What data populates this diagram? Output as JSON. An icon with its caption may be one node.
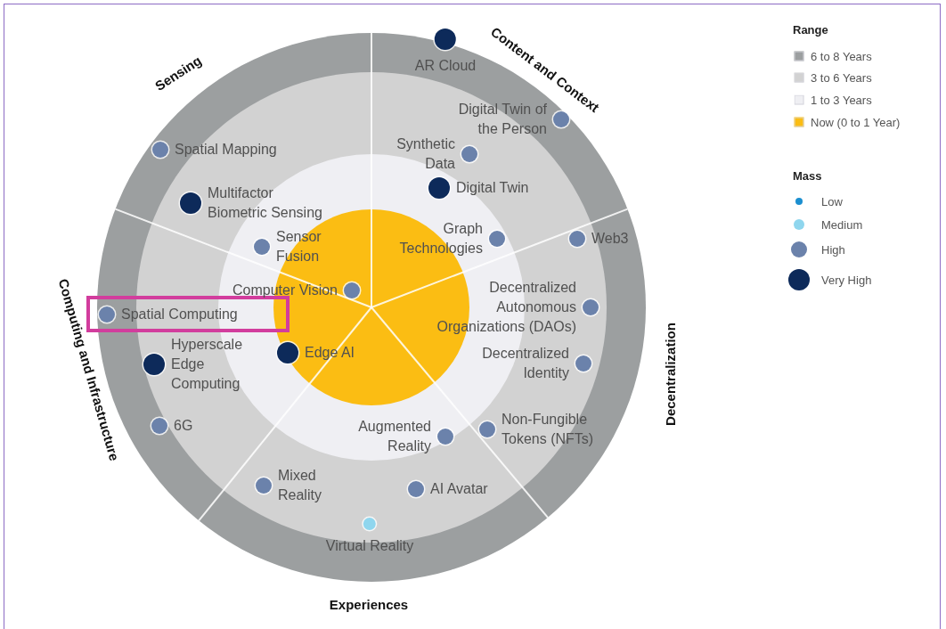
{
  "diagram": {
    "nodes": [
      {
        "text": [
          "AR Cloud"
        ]
      },
      {
        "text": [
          "Digital Twin of the Person"
        ]
      },
      {
        "text": [
          "Synthetic Data"
        ]
      },
      {
        "text": [
          "Digital Twin"
        ]
      },
      {
        "text": [
          "Graph Technologies"
        ]
      },
      {
        "text": [
          "Web3"
        ]
      },
      {
        "text": [
          "Decentralized Autonomous Organizations (DAOs)"
        ]
      },
      {
        "text": [
          "Decentralized Identity"
        ]
      },
      {
        "text": [
          "Non-Fungible Tokens (NFTs)"
        ]
      },
      {
        "text": [
          "Augmented Reality"
        ]
      },
      {
        "text": [
          "AI Avatar"
        ]
      },
      {
        "text": [
          "Virtual Reality"
        ]
      },
      {
        "text": [
          "Mixed Reality"
        ]
      },
      {
        "text": [
          "6G"
        ]
      },
      {
        "text": [
          "Hyperscale Edge Computing"
        ]
      },
      {
        "text": [
          "Edge AI"
        ]
      },
      {
        "text": [],
        "shape": "box"
      },
      {
        "text": [
          "Spatial Computing"
        ],
        "in": 16
      },
      {
        "text": [
          "Computer Vision"
        ]
      },
      {
        "text": [
          "Sensor Fusion"
        ]
      },
      {
        "text": [
          "Multifactor Biometric Sensing"
        ]
      },
      {
        "text": [
          "Spatial Mapping"
        ]
      }
    ],
    "edges": [],
    "labels": [
      "Sensing",
      "Content and Context",
      "Computing and Infrastructure",
      "Decentralization",
      "Experiences",
      "Range",
      "Mass"
    ],
    "legend": [
      {
        "text": "6 to 8 Years",
        "color": "#9c9fa0"
      },
      {
        "text": "3 to 6 Years",
        "color": "#d2d2d2"
      },
      {
        "text": "1 to 3 Years",
        "color": "#efeff3"
      },
      {
        "text": "Now (0 to 1 Year)",
        "color": "#fbbd13"
      },
      {
        "text": "Low",
        "color": "#1b8fd0"
      },
      {
        "text": "Medium",
        "color": "#8fd6ee"
      },
      {
        "text": "High",
        "color": "#6b82ab"
      },
      {
        "text": "Very High",
        "color": "#0d2a5a"
      }
    ]
  }
}
